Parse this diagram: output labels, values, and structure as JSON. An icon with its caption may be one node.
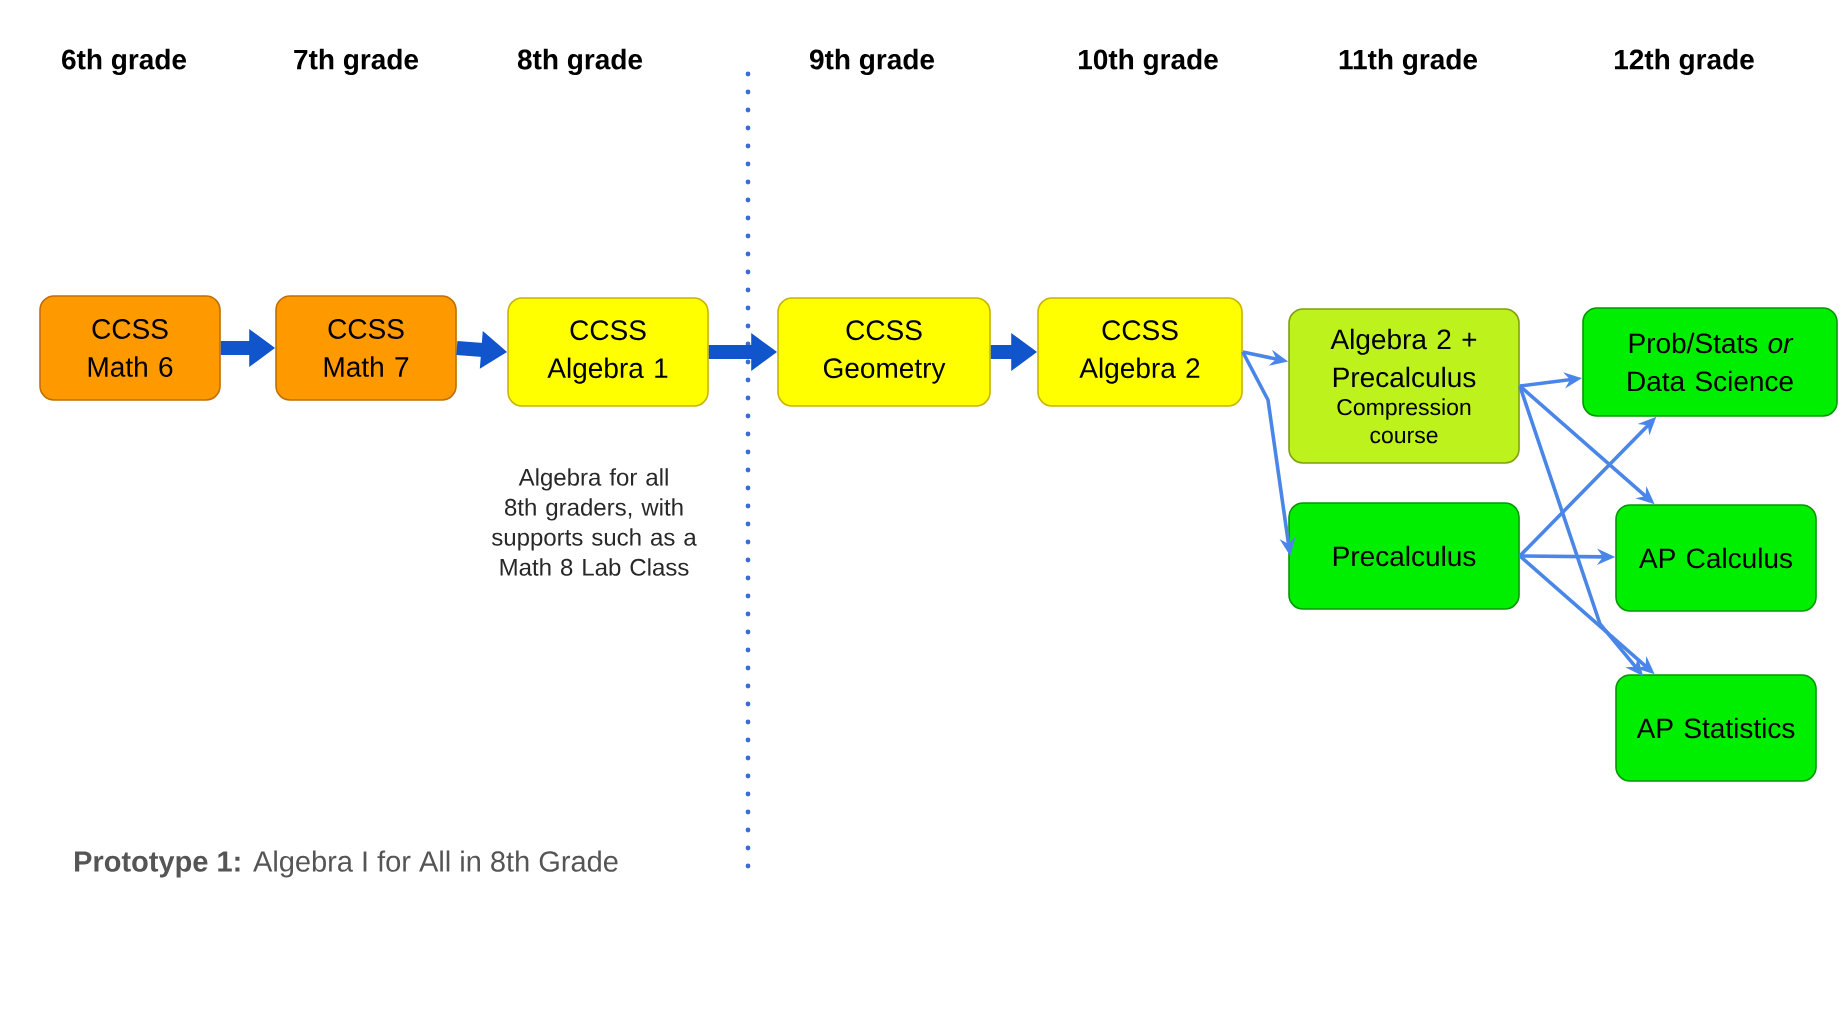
{
  "diagram": {
    "caption": "**Prototype 1:** Algebra I for All in 8th Grade",
    "nodes": [
      {
        "text": [
          "CCSS Math 6"
        ]
      },
      {
        "text": [
          "CCSS Math 7"
        ]
      },
      {
        "text": [
          "CCSS Algebra 1"
        ],
        "beside": [
          "Algebra for all 8th graders, with supports such as a Math 8 Lab Class"
        ]
      },
      {
        "text": [
          "CCSS Geometry"
        ]
      },
      {
        "text": [
          "CCSS Algebra 2"
        ]
      },
      {
        "text": [
          "Algebra 2 + Precalculus",
          "Compression course"
        ]
      },
      {
        "text": [
          "Precalculus"
        ]
      },
      {
        "text": [
          "Prob/Stats *or* Data Science"
        ]
      },
      {
        "text": [
          "AP Calculus"
        ]
      },
      {
        "text": [
          "AP Statistics"
        ]
      }
    ],
    "edges": [
      {
        "from": 0,
        "to": 1,
        "arrow": "to",
        "style": "thick",
        "color": "#1155cc"
      },
      {
        "from": 1,
        "to": 2,
        "arrow": "to",
        "style": "thick",
        "color": "#1155cc"
      },
      {
        "from": 2,
        "to": 3,
        "arrow": "to",
        "style": "thick",
        "color": "#1155cc"
      },
      {
        "from": 3,
        "to": 4,
        "arrow": "to",
        "style": "thick",
        "color": "#1155cc"
      },
      {
        "from": 4,
        "to": 5,
        "arrow": "to"
      },
      {
        "from": 4,
        "to": 6,
        "arrow": "to"
      },
      {
        "from": 5,
        "to": 7,
        "arrow": "to"
      },
      {
        "from": 5,
        "to": 8,
        "arrow": "to"
      },
      {
        "from": 5,
        "to": 9,
        "arrow": "to"
      },
      {
        "from": 6,
        "to": 7,
        "arrow": "to"
      },
      {
        "from": 6,
        "to": 8,
        "arrow": "to"
      },
      {
        "from": 6,
        "to": 9,
        "arrow": "to"
      }
    ],
    "labels": [
      "6th grade",
      "7th grade",
      "8th grade",
      "9th grade",
      "10th grade",
      "11th grade",
      "12th grade"
    ]
  }
}
